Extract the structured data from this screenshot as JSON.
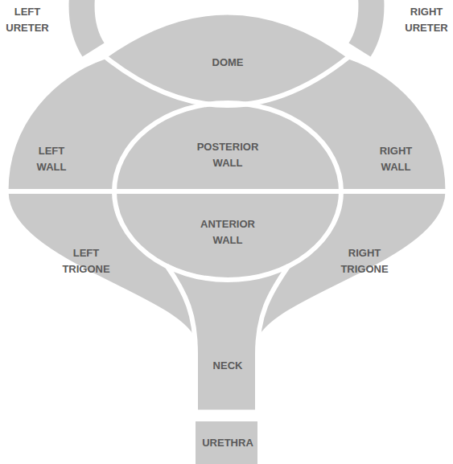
{
  "diagram": {
    "nodes": [
      {
        "text": [
          "LEFT URETER"
        ]
      },
      {
        "text": [
          "RIGHT URETER"
        ]
      },
      {
        "text": [
          "DOME"
        ]
      },
      {
        "text": [
          "LEFT WALL"
        ]
      },
      {
        "text": [
          "POSTERIOR WALL"
        ]
      },
      {
        "text": [
          "RIGHT WALL"
        ]
      },
      {
        "text": [
          "ANTERIOR WALL"
        ]
      },
      {
        "text": [
          "LEFT TRIGONE"
        ]
      },
      {
        "text": [
          "RIGHT TRIGONE"
        ]
      },
      {
        "text": [
          "NECK"
        ]
      },
      {
        "text": [
          "URETHRA"
        ]
      }
    ]
  }
}
